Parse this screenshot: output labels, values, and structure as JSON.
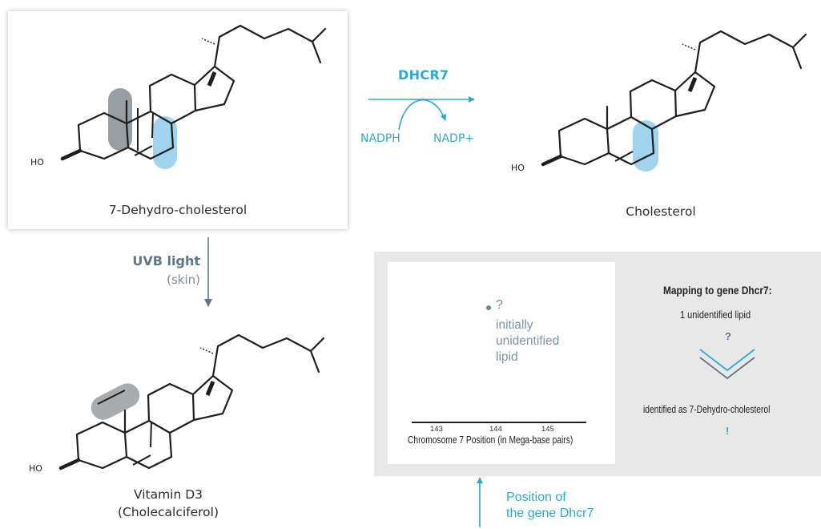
{
  "molecules": {
    "dehydrocholesterol": {
      "name": "7-Dehydro-cholesterol",
      "ho": "HO"
    },
    "cholesterol": {
      "name": "Cholesterol",
      "ho": "HO"
    },
    "vitamin_d3": {
      "name_line1": "Vitamin D3",
      "name_line2": "(Cholecalciferol)",
      "ho": "HO"
    }
  },
  "reaction": {
    "enzyme": "DHCR7",
    "cofactor_in": "NADPH",
    "cofactor_out": "NADP+"
  },
  "uvb": {
    "title": "UVB light",
    "subtitle": "(skin)"
  },
  "mapping_plot": {
    "point_label": "?",
    "note_lines": [
      "initially",
      "unidentified",
      "lipid"
    ],
    "ticks": [
      "143",
      "144",
      "145"
    ],
    "axis_label": "Chromosome 7 Position (in Mega-base pairs)"
  },
  "mapping_summary": {
    "title": "Mapping to gene Dhcr7:",
    "before": "1 unidentified lipid",
    "before_mark": "?",
    "after": "identified as 7-Dehydro-cholesterol",
    "after_mark": "!"
  },
  "gene_position": {
    "line1": "Position of",
    "line2": "the gene Dhcr7"
  },
  "colors": {
    "accent_blue": "#2aa8d8",
    "highlight_blue": "#8fcbea",
    "slate": "#5d7686",
    "highlight_gray": "#6e757a",
    "panel_gray": "#e8e8e8"
  }
}
